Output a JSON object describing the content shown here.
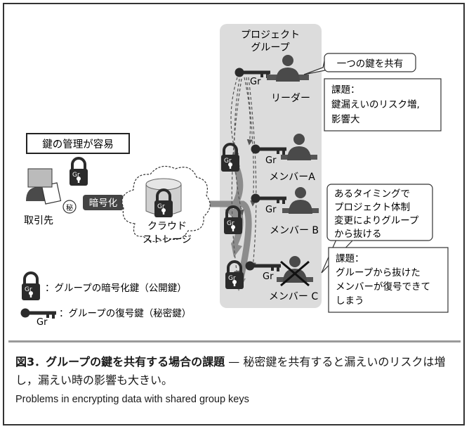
{
  "diagram": {
    "project_group_label": [
      "プロジェクト",
      "グループ"
    ],
    "leader_label": "リーダー",
    "member_a_label": "メンバーA",
    "member_b_label": "メンバー B",
    "member_c_label": "メンバー C",
    "client_label": "取引先",
    "cloud_label": [
      "クラウド",
      "ストレージ"
    ],
    "encrypt_label": "暗号化",
    "key_mgmt_label": "鍵の管理が容易",
    "shared_key_label": "一つの鍵を共有",
    "issue1_label": [
      "課題：",
      "鍵漏えいのリスク増,",
      "影響大"
    ],
    "timing_label": [
      "あるタイミングで",
      "プロジェクト体制",
      "変更によりグループ",
      "から抜ける"
    ],
    "issue2_label": [
      "課題：",
      "グループから抜けた",
      "メンバーが復号できて",
      "しまう"
    ],
    "lock_badge": "Gr",
    "secret_badge": "秘",
    "legend": [
      {
        "icon": "lock-icon",
        "text": "：グループの暗号化鍵（公開鍵）"
      },
      {
        "icon": "key-icon",
        "text": "：グループの復号鍵（秘密鍵）"
      }
    ]
  },
  "caption": {
    "fig_no": "図3．",
    "title": "グループの鍵を共有する場合の課題",
    "dash": " — ",
    "body": "秘密鍵を共有すると漏えいのリスクは増し，漏えい時の影響も大きい。",
    "english": "Problems in encrypting data with shared group keys"
  },
  "colors": {
    "group_panel": "#dcdcdc",
    "arrow": "#8c8c8c",
    "lock": "#2b2b2b",
    "person": "#4a4a4a",
    "encrypt_badge": "#444444"
  }
}
